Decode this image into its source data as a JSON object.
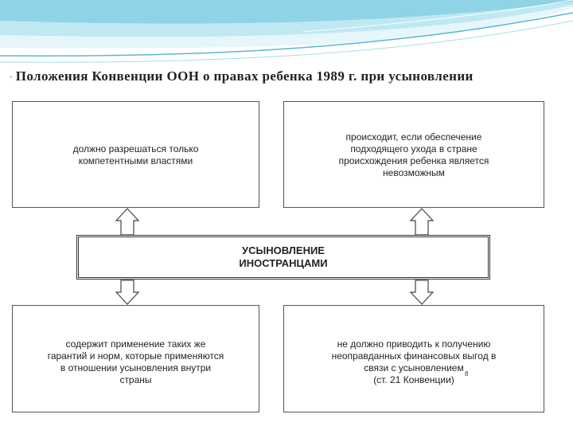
{
  "slide": {
    "title_marker": "·",
    "title": "Положения Конвенции ООН о правах ребенка 1989 г. при усыновлении"
  },
  "diagram": {
    "center": "УСЫНОВЛЕНИЕ\nИНОСТРАНЦАМИ",
    "top_left": "должно разрешаться только\nкомпетентными властями",
    "top_right": "происходит, если обеспечение\nподходящего ухода в стране\nпроисхождения ребенка является\nневозможным",
    "bottom_left": "содержит применение таких же\nгарантий и норм, которые применяются\nв отношении усыновления внутри\nстраны",
    "bottom_right": "не должно приводить к получению\nнеоправданных финансовых выгод в\nсвязи с усыновлением\n(ст. 21 Конвенции)",
    "footnote": "8"
  },
  "colors": {
    "wave_light": "#cdeef5",
    "wave_mid": "#8fd3e6",
    "wave_dark": "#5ab8d4",
    "border": "#555555"
  }
}
